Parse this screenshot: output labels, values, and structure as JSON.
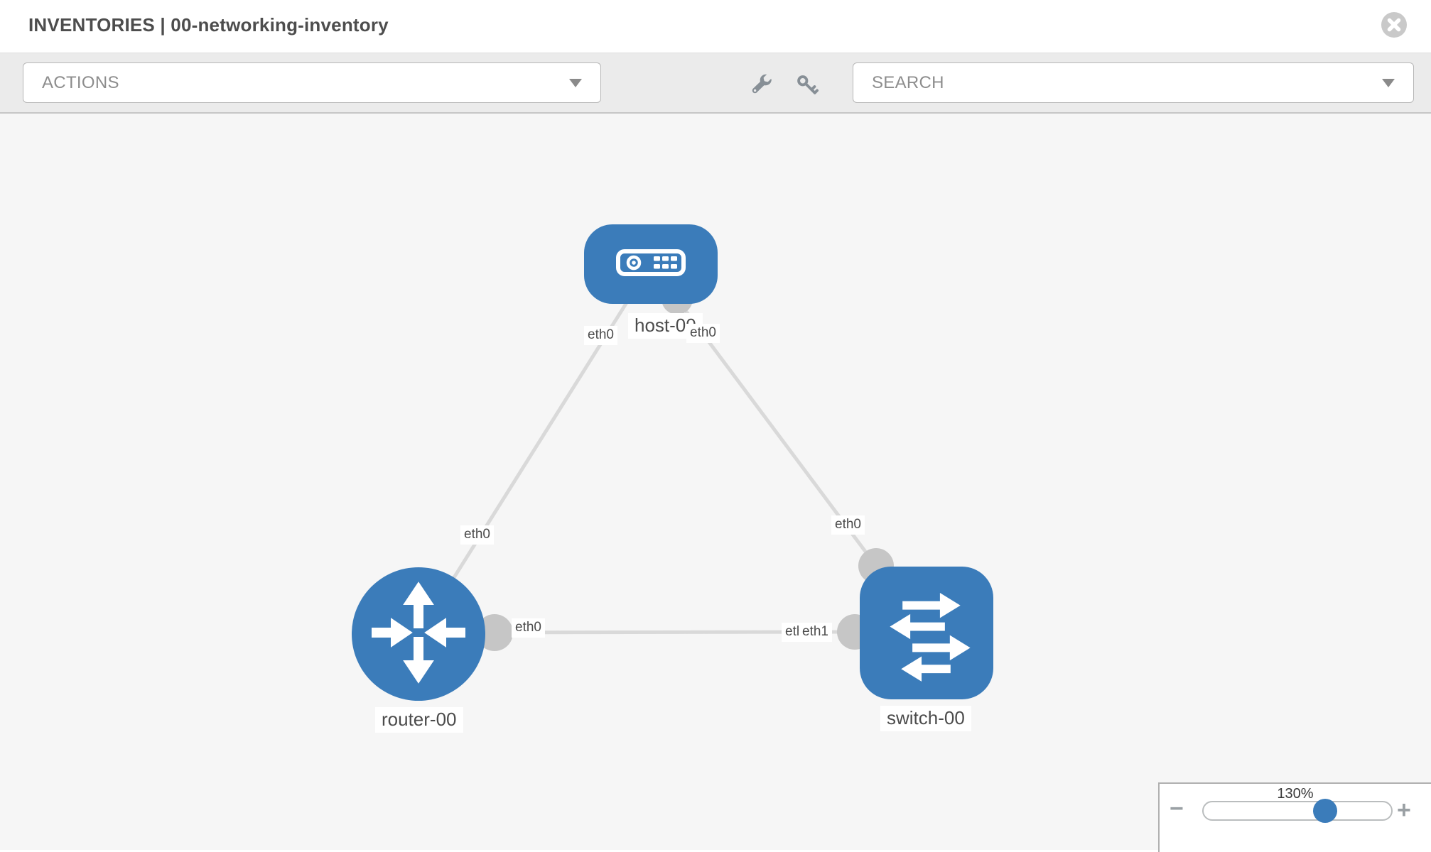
{
  "header": {
    "title": "INVENTORIES | 00-networking-inventory"
  },
  "toolbar": {
    "actions_label": "ACTIONS",
    "search_placeholder": "SEARCH"
  },
  "topology": {
    "nodes": [
      {
        "label": "host-00",
        "type": "host"
      },
      {
        "label": "router-00",
        "type": "router"
      },
      {
        "label": "switch-00",
        "type": "switch"
      }
    ],
    "links": [
      {
        "source": "host-00",
        "target": "router-00"
      },
      {
        "source": "host-00",
        "target": "switch-00"
      },
      {
        "source": "router-00",
        "target": "switch-00"
      }
    ],
    "interface_labels": {
      "host_router_at_host": "eth0",
      "host_router_at_router": "eth0",
      "host_switch_at_host": "eth0",
      "host_switch_at_switch": "eth0",
      "router_switch_at_router": "eth0",
      "router_switch_at_switch_back": "eth0",
      "router_switch_at_switch_front": "eth1"
    }
  },
  "zoom_control": {
    "level": "130%",
    "minus": "−",
    "plus": "+"
  },
  "colors": {
    "node_blue": "#3b7cba",
    "link_gray": "#d9d9d9",
    "interface_gray": "#c6c6c6",
    "toolbar_bg": "#ebebeb",
    "canvas_bg": "#f6f6f6"
  }
}
